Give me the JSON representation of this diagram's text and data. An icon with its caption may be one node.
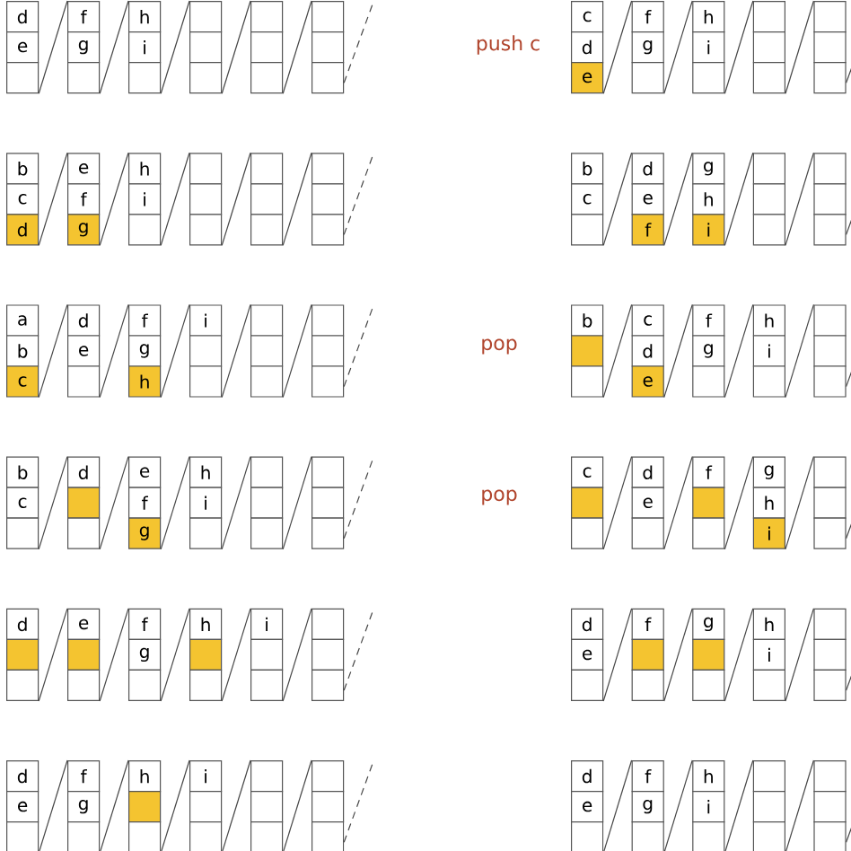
{
  "diagram": {
    "nodes": [
      {
        "text": [
          "d"
        ]
      },
      {
        "text": [
          "e"
        ]
      },
      {
        "text": [],
        "shape": "box"
      },
      {
        "text": [
          "f"
        ]
      },
      {
        "text": [
          "g"
        ]
      },
      {
        "text": [],
        "shape": "box"
      },
      {
        "text": [
          "h"
        ]
      },
      {
        "text": [
          "i"
        ]
      },
      {
        "text": [],
        "shape": "box"
      },
      {
        "text": [],
        "shape": "box"
      },
      {
        "text": [],
        "shape": "box"
      },
      {
        "text": [],
        "shape": "box"
      },
      {
        "text": [],
        "shape": "box"
      },
      {
        "text": [],
        "shape": "box"
      },
      {
        "text": [],
        "shape": "box"
      },
      {
        "text": [],
        "shape": "box"
      },
      {
        "text": [],
        "shape": "box"
      },
      {
        "text": [],
        "shape": "box"
      },
      {
        "text": [
          "c"
        ]
      },
      {
        "text": [
          "d"
        ]
      },
      {
        "text": [
          "e"
        ]
      },
      {
        "text": [
          "f"
        ]
      },
      {
        "text": [
          "g"
        ]
      },
      {
        "text": [],
        "shape": "box"
      },
      {
        "text": [
          "h"
        ]
      },
      {
        "text": [
          "i"
        ]
      },
      {
        "text": [],
        "shape": "box"
      },
      {
        "text": [],
        "shape": "box"
      },
      {
        "text": [],
        "shape": "box"
      },
      {
        "text": [],
        "shape": "box"
      },
      {
        "text": [],
        "shape": "box"
      },
      {
        "text": [],
        "shape": "box"
      },
      {
        "text": [],
        "shape": "box"
      },
      {
        "text": [
          "b"
        ]
      },
      {
        "text": [
          "c"
        ]
      },
      {
        "text": [
          "d"
        ]
      },
      {
        "text": [
          "e"
        ]
      },
      {
        "text": [
          "f"
        ]
      },
      {
        "text": [
          "g"
        ]
      },
      {
        "text": [
          "h"
        ]
      },
      {
        "text": [
          "i"
        ]
      },
      {
        "text": [],
        "shape": "box"
      },
      {
        "text": [],
        "shape": "box"
      },
      {
        "text": [],
        "shape": "box"
      },
      {
        "text": [],
        "shape": "box"
      },
      {
        "text": [],
        "shape": "box"
      },
      {
        "text": [],
        "shape": "box"
      },
      {
        "text": [],
        "shape": "box"
      },
      {
        "text": [],
        "shape": "box"
      },
      {
        "text": [],
        "shape": "box"
      },
      {
        "text": [],
        "shape": "box"
      },
      {
        "text": [
          "b"
        ]
      },
      {
        "text": [
          "c"
        ]
      },
      {
        "text": [],
        "shape": "box"
      },
      {
        "text": [
          "d"
        ]
      },
      {
        "text": [
          "e"
        ]
      },
      {
        "text": [
          "f"
        ]
      },
      {
        "text": [
          "g"
        ]
      },
      {
        "text": [
          "h"
        ]
      },
      {
        "text": [
          "i"
        ]
      },
      {
        "text": [],
        "shape": "box"
      },
      {
        "text": [],
        "shape": "box"
      },
      {
        "text": [],
        "shape": "box"
      },
      {
        "text": [],
        "shape": "box"
      },
      {
        "text": [],
        "shape": "box"
      },
      {
        "text": [],
        "shape": "box"
      },
      {
        "text": [
          "a"
        ]
      },
      {
        "text": [
          "b"
        ]
      },
      {
        "text": [
          "c"
        ]
      },
      {
        "text": [
          "d"
        ]
      },
      {
        "text": [
          "e"
        ]
      },
      {
        "text": [],
        "shape": "box"
      },
      {
        "text": [
          "f"
        ]
      },
      {
        "text": [
          "g"
        ]
      },
      {
        "text": [
          "h"
        ]
      },
      {
        "text": [
          "i"
        ]
      },
      {
        "text": [],
        "shape": "box"
      },
      {
        "text": [],
        "shape": "box"
      },
      {
        "text": [],
        "shape": "box"
      },
      {
        "text": [],
        "shape": "box"
      },
      {
        "text": [],
        "shape": "box"
      },
      {
        "text": [],
        "shape": "box"
      },
      {
        "text": [],
        "shape": "box"
      },
      {
        "text": [],
        "shape": "box"
      },
      {
        "text": [
          "b"
        ]
      },
      {
        "text": [],
        "shape": "box"
      },
      {
        "text": [],
        "shape": "box"
      },
      {
        "text": [
          "c"
        ]
      },
      {
        "text": [
          "d"
        ]
      },
      {
        "text": [
          "e"
        ]
      },
      {
        "text": [
          "f"
        ]
      },
      {
        "text": [
          "g"
        ]
      },
      {
        "text": [],
        "shape": "box"
      },
      {
        "text": [
          "h"
        ]
      },
      {
        "text": [
          "i"
        ]
      },
      {
        "text": [],
        "shape": "box"
      },
      {
        "text": [],
        "shape": "box"
      },
      {
        "text": [],
        "shape": "box"
      },
      {
        "text": [],
        "shape": "box"
      },
      {
        "text": [
          "b"
        ]
      },
      {
        "text": [
          "c"
        ]
      },
      {
        "text": [],
        "shape": "box"
      },
      {
        "text": [
          "d"
        ]
      },
      {
        "text": [],
        "shape": "box"
      },
      {
        "text": [],
        "shape": "box"
      },
      {
        "text": [
          "e"
        ]
      },
      {
        "text": [
          "f"
        ]
      },
      {
        "text": [
          "g"
        ]
      },
      {
        "text": [
          "h"
        ]
      },
      {
        "text": [
          "i"
        ]
      },
      {
        "text": [],
        "shape": "box"
      },
      {
        "text": [],
        "shape": "box"
      },
      {
        "text": [],
        "shape": "box"
      },
      {
        "text": [],
        "shape": "box"
      },
      {
        "text": [],
        "shape": "box"
      },
      {
        "text": [],
        "shape": "box"
      },
      {
        "text": [],
        "shape": "box"
      },
      {
        "text": [
          "c"
        ]
      },
      {
        "text": [],
        "shape": "box"
      },
      {
        "text": [],
        "shape": "box"
      },
      {
        "text": [
          "d"
        ]
      },
      {
        "text": [
          "e"
        ]
      },
      {
        "text": [],
        "shape": "box"
      },
      {
        "text": [
          "f"
        ]
      },
      {
        "text": [],
        "shape": "box"
      },
      {
        "text": [],
        "shape": "box"
      },
      {
        "text": [
          "g"
        ]
      },
      {
        "text": [
          "h"
        ]
      },
      {
        "text": [
          "i"
        ]
      },
      {
        "text": [],
        "shape": "box"
      },
      {
        "text": [],
        "shape": "box"
      },
      {
        "text": [],
        "shape": "box"
      },
      {
        "text": [
          "d"
        ]
      },
      {
        "text": [],
        "shape": "box"
      },
      {
        "text": [],
        "shape": "box"
      },
      {
        "text": [
          "e"
        ]
      },
      {
        "text": [],
        "shape": "box"
      },
      {
        "text": [],
        "shape": "box"
      },
      {
        "text": [
          "f"
        ]
      },
      {
        "text": [
          "g"
        ]
      },
      {
        "text": [],
        "shape": "box"
      },
      {
        "text": [
          "h"
        ]
      },
      {
        "text": [],
        "shape": "box"
      },
      {
        "text": [],
        "shape": "box"
      },
      {
        "text": [
          "i"
        ]
      },
      {
        "text": [],
        "shape": "box"
      },
      {
        "text": [],
        "shape": "box"
      },
      {
        "text": [],
        "shape": "box"
      },
      {
        "text": [],
        "shape": "box"
      },
      {
        "text": [],
        "shape": "box"
      },
      {
        "text": [
          "d"
        ]
      },
      {
        "text": [
          "e"
        ]
      },
      {
        "text": [],
        "shape": "box"
      },
      {
        "text": [
          "f"
        ]
      },
      {
        "text": [],
        "shape": "box"
      },
      {
        "text": [],
        "shape": "box"
      },
      {
        "text": [
          "g"
        ]
      },
      {
        "text": [],
        "shape": "box"
      },
      {
        "text": [],
        "shape": "box"
      },
      {
        "text": [
          "h"
        ]
      },
      {
        "text": [
          "i"
        ]
      },
      {
        "text": [],
        "shape": "box"
      },
      {
        "text": [],
        "shape": "box"
      },
      {
        "text": [],
        "shape": "box"
      },
      {
        "text": [],
        "shape": "box"
      },
      {
        "text": [
          "d"
        ]
      },
      {
        "text": [
          "e"
        ]
      },
      {
        "text": [],
        "shape": "box"
      },
      {
        "text": [
          "f"
        ]
      },
      {
        "text": [
          "g"
        ]
      },
      {
        "text": [],
        "shape": "box"
      },
      {
        "text": [
          "h"
        ]
      },
      {
        "text": [],
        "shape": "box"
      },
      {
        "text": [],
        "shape": "box"
      },
      {
        "text": [
          "i"
        ]
      },
      {
        "text": [],
        "shape": "box"
      },
      {
        "text": [],
        "shape": "box"
      },
      {
        "text": [],
        "shape": "box"
      },
      {
        "text": [],
        "shape": "box"
      },
      {
        "text": [],
        "shape": "box"
      },
      {
        "text": [],
        "shape": "box"
      },
      {
        "text": [],
        "shape": "box"
      },
      {
        "text": [],
        "shape": "box"
      },
      {
        "text": [
          "d"
        ]
      },
      {
        "text": [
          "e"
        ]
      },
      {
        "text": [],
        "shape": "box"
      },
      {
        "text": [
          "f"
        ]
      },
      {
        "text": [
          "g"
        ]
      },
      {
        "text": [],
        "shape": "box"
      },
      {
        "text": [
          "h"
        ]
      },
      {
        "text": [
          "i"
        ]
      },
      {
        "text": [],
        "shape": "box"
      },
      {
        "text": [],
        "shape": "box"
      },
      {
        "text": [],
        "shape": "box"
      },
      {
        "text": [],
        "shape": "box"
      },
      {
        "text": [],
        "shape": "box"
      },
      {
        "text": [],
        "shape": "box"
      },
      {
        "text": [],
        "shape": "box"
      }
    ],
    "edges": [
      {
        "from": 2,
        "to": 3,
        "arrow": "none"
      },
      {
        "from": 5,
        "to": 6,
        "arrow": "none"
      },
      {
        "from": 8,
        "to": 9,
        "arrow": "none"
      },
      {
        "from": 11,
        "to": 12,
        "arrow": "none"
      },
      {
        "from": 14,
        "to": 15,
        "arrow": "none"
      },
      {
        "from": 17,
        "to": null,
        "arrow": "none",
        "style": "dashed"
      },
      {
        "from": 20,
        "to": 21,
        "arrow": "none"
      },
      {
        "from": 23,
        "to": 24,
        "arrow": "none"
      },
      {
        "from": 26,
        "to": 27,
        "arrow": "none"
      },
      {
        "from": 29,
        "to": 30,
        "arrow": "none"
      },
      {
        "from": 32,
        "to": null,
        "arrow": "none"
      },
      {
        "from": 35,
        "to": 36,
        "arrow": "none"
      },
      {
        "from": 38,
        "to": 39,
        "arrow": "none"
      },
      {
        "from": 41,
        "to": 42,
        "arrow": "none"
      },
      {
        "from": 44,
        "to": 45,
        "arrow": "none"
      },
      {
        "from": 47,
        "to": 48,
        "arrow": "none"
      },
      {
        "from": 50,
        "to": null,
        "arrow": "none",
        "style": "dashed"
      },
      {
        "from": 53,
        "to": 54,
        "arrow": "none"
      },
      {
        "from": 56,
        "to": 57,
        "arrow": "none"
      },
      {
        "from": 59,
        "to": 60,
        "arrow": "none"
      },
      {
        "from": 62,
        "to": 63,
        "arrow": "none"
      },
      {
        "from": 65,
        "to": null,
        "arrow": "none"
      },
      {
        "from": 68,
        "to": 69,
        "arrow": "none"
      },
      {
        "from": 71,
        "to": 72,
        "arrow": "none"
      },
      {
        "from": 74,
        "to": 75,
        "arrow": "none"
      },
      {
        "from": 77,
        "to": 78,
        "arrow": "none"
      },
      {
        "from": 80,
        "to": 81,
        "arrow": "none"
      },
      {
        "from": 83,
        "to": null,
        "arrow": "none",
        "style": "dashed"
      },
      {
        "from": 86,
        "to": 87,
        "arrow": "none"
      },
      {
        "from": 89,
        "to": 90,
        "arrow": "none"
      },
      {
        "from": 92,
        "to": 93,
        "arrow": "none"
      },
      {
        "from": 95,
        "to": 96,
        "arrow": "none"
      },
      {
        "from": 98,
        "to": null,
        "arrow": "none"
      },
      {
        "from": 101,
        "to": 102,
        "arrow": "none"
      },
      {
        "from": 104,
        "to": 105,
        "arrow": "none"
      },
      {
        "from": 107,
        "to": 108,
        "arrow": "none"
      },
      {
        "from": 110,
        "to": 111,
        "arrow": "none"
      },
      {
        "from": 113,
        "to": 114,
        "arrow": "none"
      },
      {
        "from": 116,
        "to": null,
        "arrow": "none",
        "style": "dashed"
      },
      {
        "from": 119,
        "to": 120,
        "arrow": "none"
      },
      {
        "from": 122,
        "to": 123,
        "arrow": "none"
      },
      {
        "from": 125,
        "to": 126,
        "arrow": "none"
      },
      {
        "from": 128,
        "to": 129,
        "arrow": "none"
      },
      {
        "from": 131,
        "to": null,
        "arrow": "none"
      },
      {
        "from": 134,
        "to": 135,
        "arrow": "none"
      },
      {
        "from": 137,
        "to": 138,
        "arrow": "none"
      },
      {
        "from": 140,
        "to": 141,
        "arrow": "none"
      },
      {
        "from": 143,
        "to": 144,
        "arrow": "none"
      },
      {
        "from": 146,
        "to": 147,
        "arrow": "none"
      },
      {
        "from": 149,
        "to": null,
        "arrow": "none",
        "style": "dashed"
      },
      {
        "from": 152,
        "to": 153,
        "arrow": "none"
      },
      {
        "from": 155,
        "to": 156,
        "arrow": "none"
      },
      {
        "from": 158,
        "to": 159,
        "arrow": "none"
      },
      {
        "from": 161,
        "to": 162,
        "arrow": "none"
      },
      {
        "from": 164,
        "to": null,
        "arrow": "none"
      },
      {
        "from": 167,
        "to": 168,
        "arrow": "none"
      },
      {
        "from": 170,
        "to": 171,
        "arrow": "none"
      },
      {
        "from": 173,
        "to": 174,
        "arrow": "none"
      },
      {
        "from": 176,
        "to": 177,
        "arrow": "none"
      },
      {
        "from": 179,
        "to": 180,
        "arrow": "none"
      },
      {
        "from": 182,
        "to": null,
        "arrow": "none",
        "style": "dashed"
      },
      {
        "from": 185,
        "to": 186,
        "arrow": "none"
      },
      {
        "from": 188,
        "to": 189,
        "arrow": "none"
      },
      {
        "from": 191,
        "to": 192,
        "arrow": "none"
      },
      {
        "from": 194,
        "to": 195,
        "arrow": "none"
      },
      {
        "from": 197,
        "to": null,
        "arrow": "none"
      }
    ],
    "labels": [
      "push c",
      "pop",
      "pop"
    ]
  }
}
